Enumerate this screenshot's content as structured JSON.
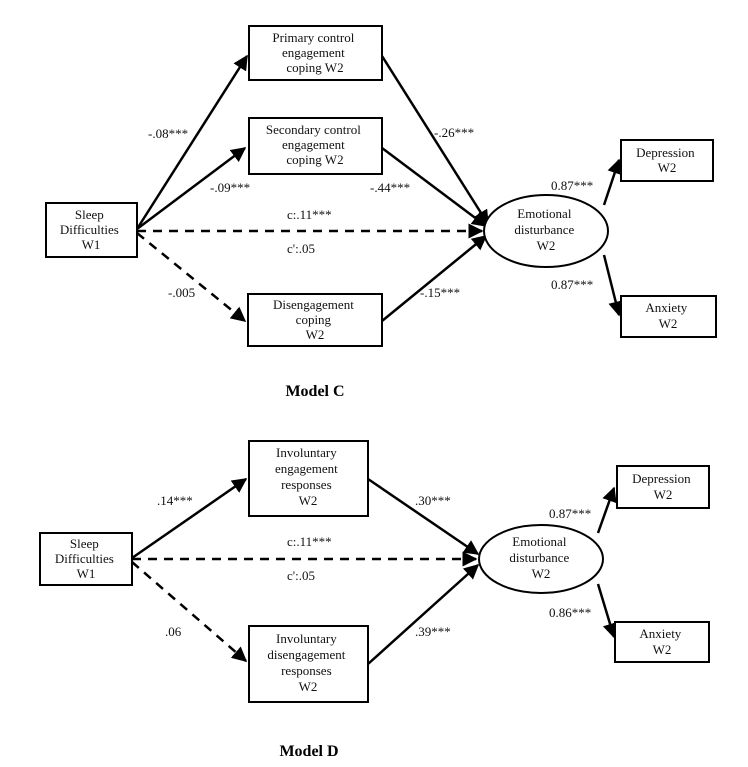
{
  "model_c": {
    "title": "Model C",
    "sleep": [
      "Sleep",
      "Difficulties",
      "W1"
    ],
    "primary": [
      "Primary control",
      "engagement",
      "coping W2"
    ],
    "secondary": [
      "Secondary control",
      "engagement",
      "coping W2"
    ],
    "disengagement": [
      "Disengagement",
      "coping",
      "W2"
    ],
    "emotional": [
      "Emotional",
      "disturbance",
      "W2"
    ],
    "depression": [
      "Depression",
      "W2"
    ],
    "anxiety": [
      "Anxiety",
      "W2"
    ],
    "coef": {
      "sleep_primary": "-.08***",
      "sleep_secondary": "-.09***",
      "sleep_diseng": "-.005",
      "primary_emo": "-.26***",
      "secondary_emo": "-.44***",
      "diseng_emo": "-.15***",
      "total": "c:.11***",
      "direct": "c':.05",
      "emo_dep": "0.87***",
      "emo_anx": "0.87***"
    }
  },
  "model_d": {
    "title": "Model D",
    "sleep": [
      "Sleep",
      "Difficulties",
      "W1"
    ],
    "inv_eng": [
      "Involuntary",
      "engagement",
      "responses",
      "W2"
    ],
    "inv_diseng": [
      "Involuntary",
      "disengagement",
      "responses",
      "W2"
    ],
    "emotional": [
      "Emotional",
      "disturbance",
      "W2"
    ],
    "depression": [
      "Depression",
      "W2"
    ],
    "anxiety": [
      "Anxiety",
      "W2"
    ],
    "coef": {
      "sleep_eng": ".14***",
      "sleep_diseng": ".06",
      "eng_emo": ".30***",
      "diseng_emo": ".39***",
      "total": "c:.11***",
      "direct": "c':.05",
      "emo_dep": "0.87***",
      "emo_anx": "0.86***"
    }
  }
}
